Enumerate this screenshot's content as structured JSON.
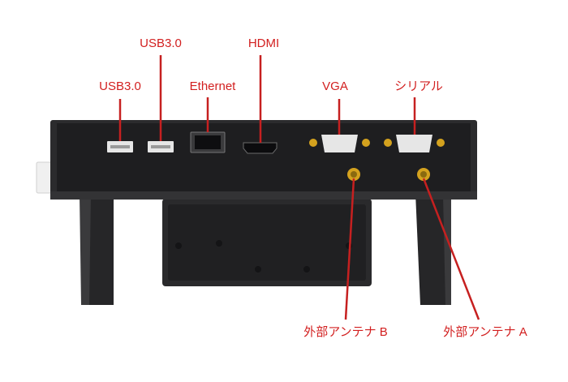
{
  "colors": {
    "label": "#d21f1f",
    "leader_line": "#c62020",
    "device_body": "#2b2b2d",
    "device_face": "#1e1e20",
    "connector_metal": "#e6e6e6",
    "antenna_gold": "#d4a21e"
  },
  "labels": {
    "usb_a": "USB3.0",
    "usb_b": "USB3.0",
    "ethernet": "Ethernet",
    "hdmi": "HDMI",
    "vga": "VGA",
    "serial": "シリアル",
    "antenna_b": "外部アンテナ B",
    "antenna_a": "外部アンテナ A"
  }
}
